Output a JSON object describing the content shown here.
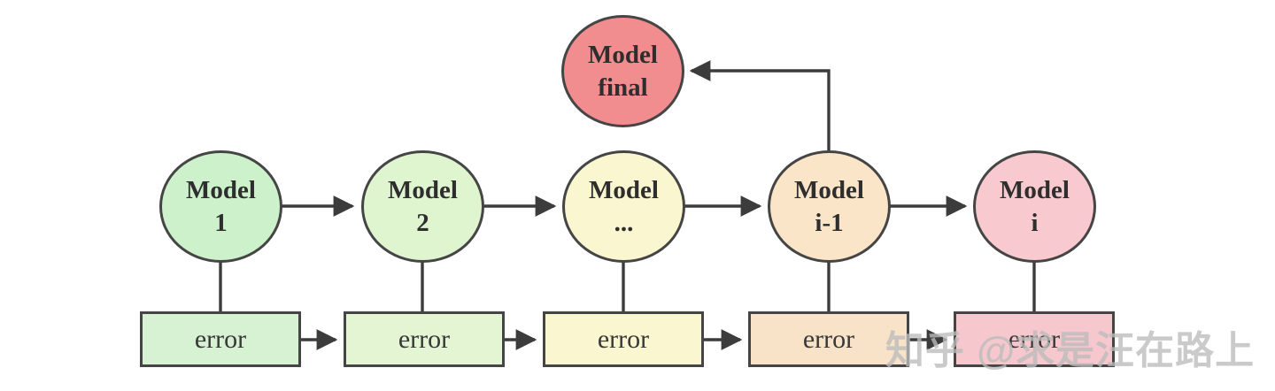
{
  "diagram": {
    "models": [
      {
        "line1": "Model",
        "line2": "1",
        "fill": "#cdf2cb"
      },
      {
        "line1": "Model",
        "line2": "2",
        "fill": "#dff5cf"
      },
      {
        "line1": "Model",
        "line2": "...",
        "fill": "#faf6cf"
      },
      {
        "line1": "Model",
        "line2": "i-1",
        "fill": "#fae5c8"
      },
      {
        "line1": "Model",
        "line2": "i",
        "fill": "#f8c9cf"
      }
    ],
    "final_model": {
      "line1": "Model",
      "line2": "final",
      "fill": "#f18c8f"
    },
    "errors": [
      {
        "label": "error",
        "fill": "#d6f2d2"
      },
      {
        "label": "error",
        "fill": "#e4f5d3"
      },
      {
        "label": "error",
        "fill": "#faf6cf"
      },
      {
        "label": "error",
        "fill": "#f8e2c8"
      },
      {
        "label": "error",
        "fill": "#f6c7cd"
      }
    ],
    "stroke_color": "#454545",
    "background": "#ffffff"
  },
  "watermark": {
    "text": "知乎 @求是汪在路上",
    "color": "#bcbcbc"
  }
}
